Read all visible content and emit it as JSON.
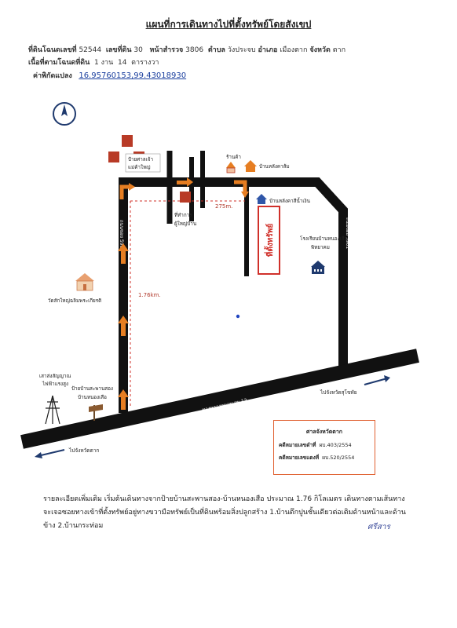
{
  "header": {
    "title": "แผนที่การเดินทางไปที่ตั้งทรัพย์โดยสังเขป",
    "line1": {
      "deed_label": "ที่ดินโฉนดเลขที่",
      "deed_no": "52544",
      "land_label": "เลขที่ดิน",
      "land_no": "30",
      "survey_label": "หน้าสำรวจ",
      "survey_no": "3806",
      "subdistrict_label": "ตำบล",
      "subdistrict": "วังประจบ",
      "district_label": "อำเภอ",
      "district": "เมืองตาก",
      "province_label": "จังหวัด",
      "province": "ตาก"
    },
    "line2": {
      "area_label": "เนื้อที่ตามโฉนดที่ดิน",
      "rai": "1",
      "rai_unit": "งาน",
      "wah": "14",
      "wah_unit": "ตารางวา"
    },
    "line3": {
      "coords_label": "ค่าพิกัดแปลง",
      "coords": "16.95760153,99.43018930"
    }
  },
  "map": {
    "labels": {
      "shrine": "ป้ายศาลเจ้า\nแม่ค้าใหญ่",
      "shop": "ร้านค้า",
      "house_green": "บ้านหลังคาส้ม",
      "house_blue": "บ้านหลังคาสีน้ำเงิน",
      "headman_office": "ที่ทำการ\nผู้ใหญ่บ้าน",
      "distance_275": "275m.",
      "property": "ที่ตั้งทรัพย์",
      "school": "โรงเรียนบ้านหนองเสือ\nพิทยาคม",
      "temple": "วัดสักใหญ่ฉลิมพระเกียรติ",
      "distance_176": "1.76km.",
      "power_pole": "เสาส่งสัญญาณ\nไฟฟ้าแรงสูง",
      "bus_sign": "ป้ายบ้านสะพานสอง\nบ้านหนองเสือ",
      "highway": "ทางหลวงหมายเลข 12",
      "to_tak": "ไปจังหวัดตาก",
      "to_sukhothai": "ไปจังหวัดสุโขทัย",
      "left_road": "ถนนซอย 5901",
      "right_road": "ถนนซอย 5901"
    },
    "colors": {
      "road": "#111111",
      "arrow": "#e67e22",
      "dashed": "#d0302a",
      "property_border": "#d0302a",
      "marker": "#b83a26",
      "house_blue": "#2f56a8",
      "house_orange": "#e67e22"
    }
  },
  "court": {
    "title": "ศาลจังหวัดตาก",
    "rows": [
      {
        "label": "คดีหมายเลขดำที่",
        "value": "ผบ.403/2554"
      },
      {
        "label": "คดีหมายเลขแดงที่",
        "value": "ผบ.520/2554"
      }
    ]
  },
  "description": "รายละเอียดเพิ่มเติม เริ่มต้นเดินทางจากป้ายบ้านสะพานสอง-บ้านหนองเสือ ประมาณ 1.76 กิโลเมตร เดินทางตามเส้นทางจะเจอซอยทางเข้าที่ตั้งทรัพย์อยู่ทางขวามือทรัพย์เป็นที่ดินพร้อมสิ่งปลูกสร้าง 1.บ้านตึกปูนชั้นเดียวต่อเติมด้านหน้าและด้านข้าง 2.บ้านกระท่อม",
  "signature": "ศรีสาร"
}
